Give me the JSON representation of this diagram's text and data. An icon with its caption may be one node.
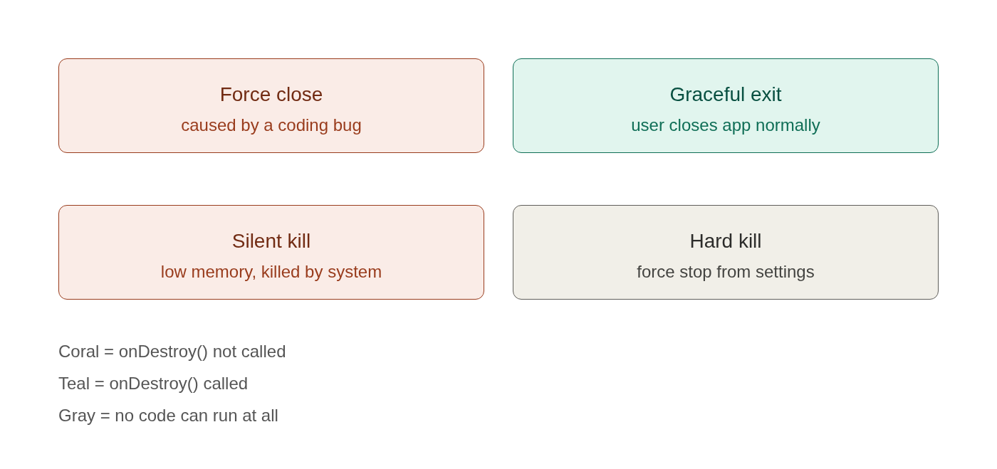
{
  "diagram": {
    "nodes": [
      {
        "text": [
          "Force close",
          "caused by a coding bug"
        ]
      },
      {
        "text": [
          "Graceful exit",
          "user closes app normally"
        ]
      },
      {
        "text": [
          "Silent kill",
          "low memory, killed by system"
        ]
      },
      {
        "text": [
          "Hard kill",
          "force stop from settings"
        ]
      }
    ],
    "labels": [
      "Coral = onDestroy() not called",
      "Teal = onDestroy() called",
      "Gray = no code can run at all"
    ]
  }
}
